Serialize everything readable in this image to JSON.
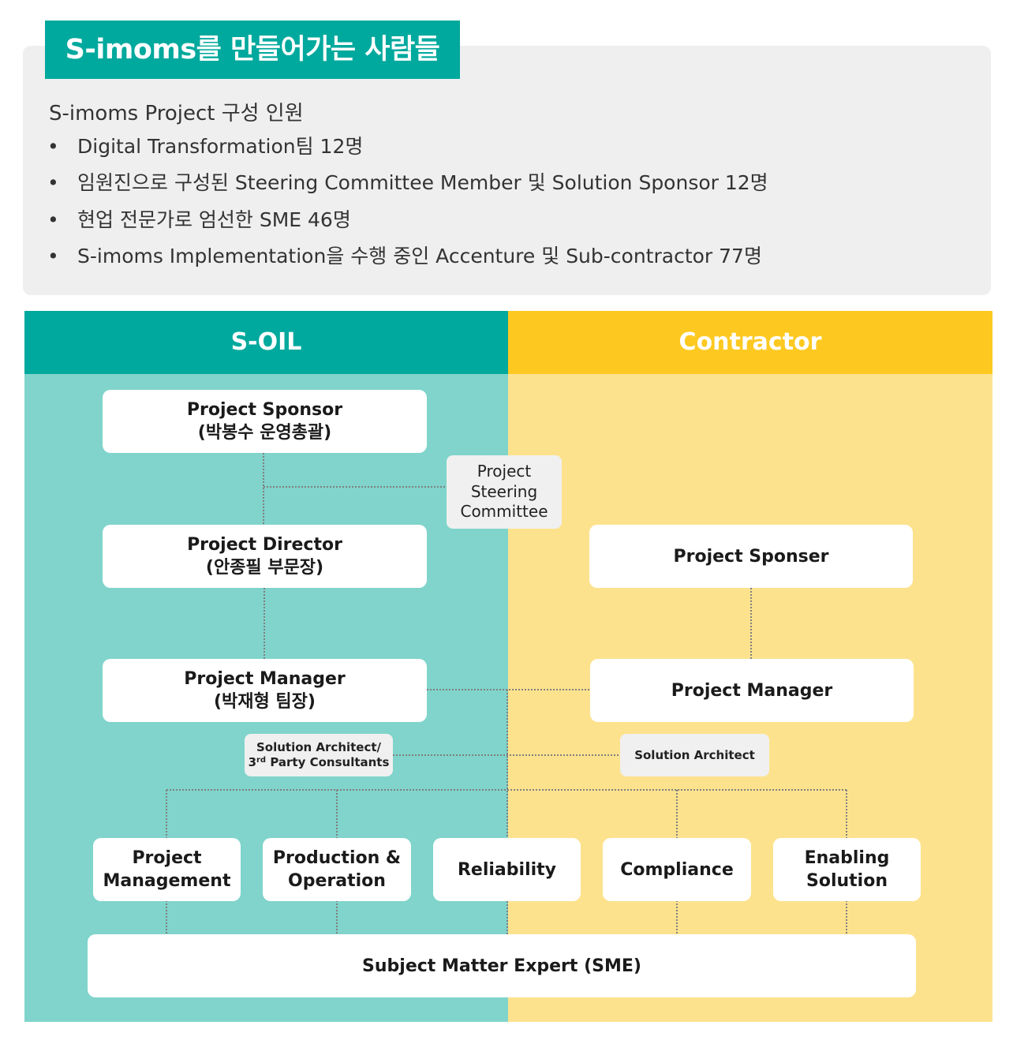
{
  "header": {
    "title": "S-imoms를 만들어가는 사람들",
    "subtitle": "S-imoms Project 구성 인원",
    "bullet_symbol": "•",
    "bullets": [
      "Digital Transformation팀 12명",
      "임원진으로 구성된 Steering Committee Member 및 Solution Sponsor 12명",
      "현업 전문가로 엄선한 SME 46명",
      "S-imoms Implementation을 수행 중인 Accenture 및 Sub-contractor 77명"
    ]
  },
  "colors": {
    "accent_teal": "#00a99d",
    "teal_light": "#80d4cb",
    "accent_yellow": "#fdc921",
    "yellow_light": "#fde28e",
    "panel_grey": "#efefef"
  },
  "columns": {
    "left": "S-OIL",
    "right": "Contractor"
  },
  "soil": {
    "sponsor": {
      "role": "Project Sponsor",
      "person": "(박봉수 운영총괄)"
    },
    "director": {
      "role": "Project Director",
      "person": "(안종필 부문장)"
    },
    "manager": {
      "role": "Project Manager",
      "person": "(박재형 팀장)"
    },
    "architect": {
      "line1": "Solution Architect/",
      "ordinal_num": "3",
      "ordinal_suffix": "rd",
      "line2_rest": " Party Consultants"
    }
  },
  "steering": {
    "line1": "Project",
    "line2": "Steering",
    "line3": "Committee"
  },
  "contractor": {
    "sponsor": "Project Sponser",
    "manager": "Project Manager",
    "architect": "Solution Architect"
  },
  "teams": [
    {
      "line1": "Project",
      "line2": "Management"
    },
    {
      "line1": "Production &",
      "line2": "Operation"
    },
    {
      "line1": "Reliability",
      "line2": ""
    },
    {
      "line1": "Compliance",
      "line2": ""
    },
    {
      "line1": "Enabling",
      "line2": "Solution"
    }
  ],
  "sme": "Subject Matter Expert (SME)"
}
